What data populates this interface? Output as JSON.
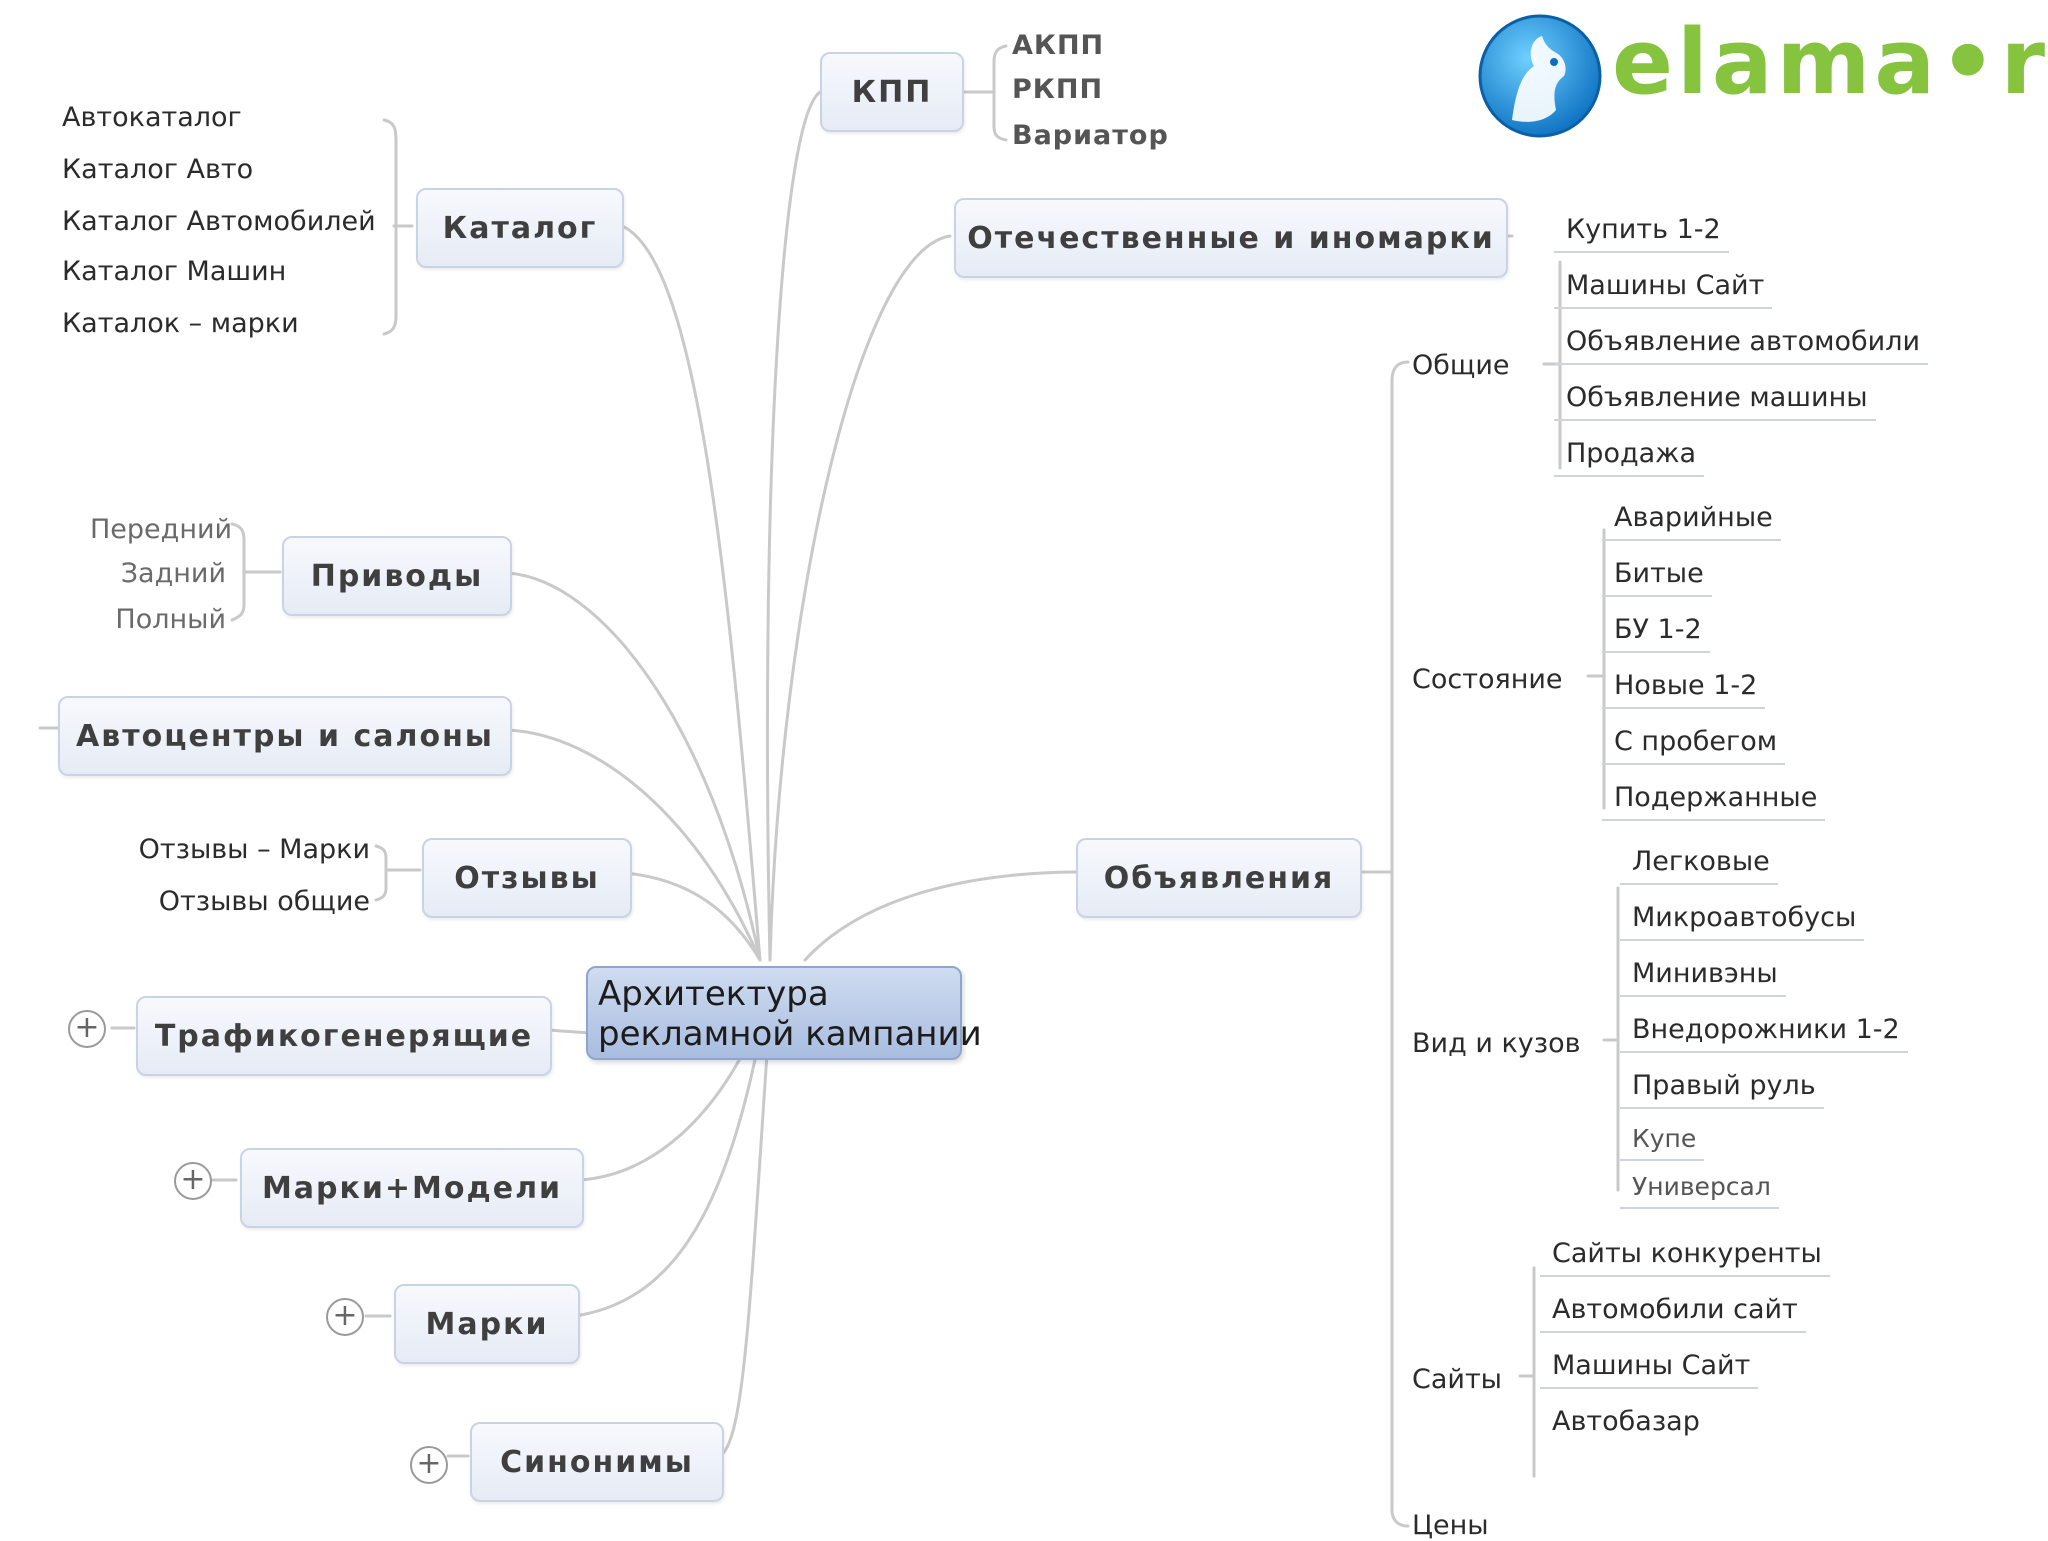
{
  "logo": {
    "text": "elama•ru",
    "color": "#86c440"
  },
  "central": {
    "line1": "Архитектура",
    "line2": "рекламной кампании"
  },
  "branches": {
    "kpp": {
      "label": "КПП",
      "items": [
        "АКПП",
        "РКПП",
        "Вариатор"
      ]
    },
    "katalog": {
      "label": "Каталог",
      "items": [
        "Автокаталог",
        "Каталог Авто",
        "Каталог Автомобилей",
        "Каталог Машин",
        "Каталок – марки"
      ]
    },
    "privody": {
      "label": "Приводы",
      "items": [
        "Передний",
        "Задний",
        "Полный"
      ]
    },
    "avtocentry": {
      "label": "Автоцентры и салоны"
    },
    "otzyvy": {
      "label": "Отзывы",
      "items": [
        "Отзывы – Марки",
        "Отзывы общие"
      ]
    },
    "trafik": {
      "label": "Трафикогенерящие"
    },
    "marki_modeli": {
      "label": "Марки+Модели"
    },
    "marki": {
      "label": "Марки"
    },
    "sinonimy": {
      "label": "Синонимы"
    },
    "otech": {
      "label": "Отечественные и иномарки"
    },
    "obyavleniya": {
      "label": "Объявления"
    }
  },
  "obyavleniya_groups": {
    "obshie": {
      "label": "Общие",
      "items": [
        "Купить 1-2",
        "Машины Сайт",
        "Объявление автомобили",
        "Объявление машины",
        "Продажа"
      ]
    },
    "sostoyanie": {
      "label": "Состояние",
      "items": [
        "Аварийные",
        "Битые",
        "БУ 1-2",
        "Новые 1-2",
        "С пробегом",
        "Подержанные"
      ]
    },
    "vid": {
      "label": "Вид и кузов",
      "items": [
        "Легковые",
        "Микроавтобусы",
        "Минивэны",
        "Внедорожники 1-2",
        "Правый руль",
        "Купе",
        "Универсал"
      ]
    },
    "saity": {
      "label": "Сайты",
      "items": [
        "Сайты конкуренты",
        "Автомобили сайт",
        "Машины Сайт",
        "Автобазар"
      ]
    },
    "ceny": {
      "label": "Цены"
    }
  },
  "expand_symbol": "+"
}
